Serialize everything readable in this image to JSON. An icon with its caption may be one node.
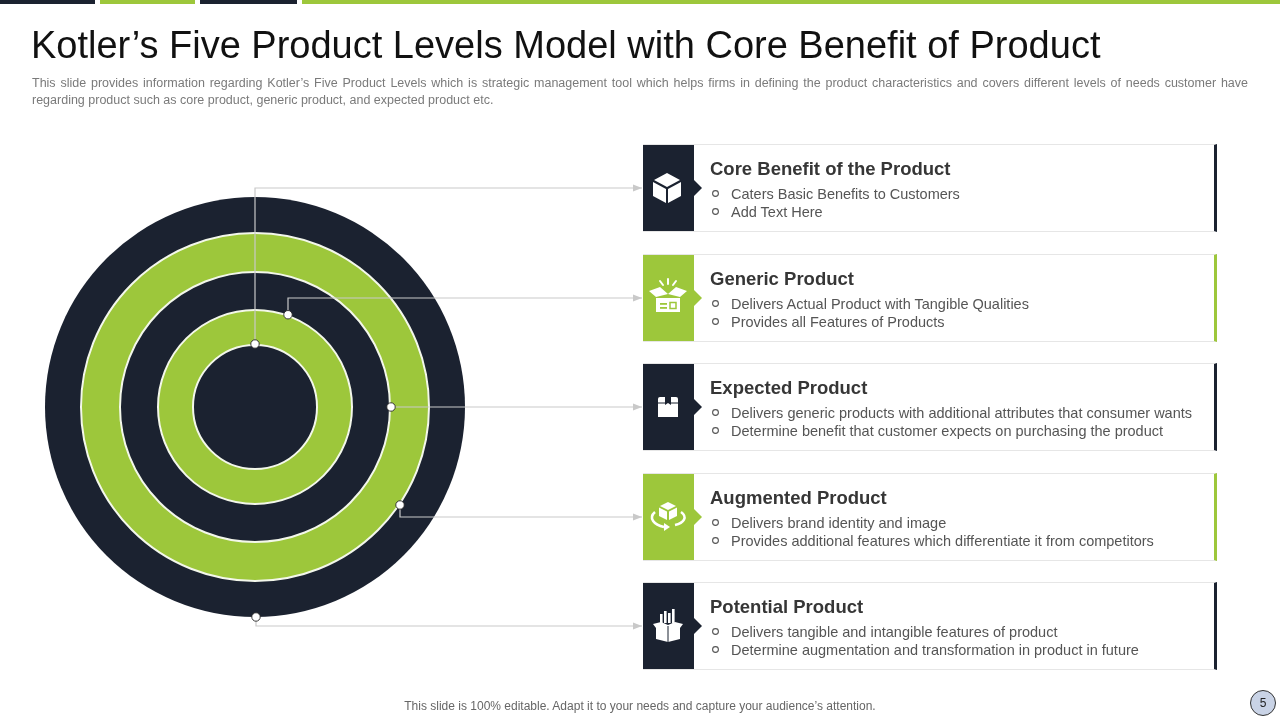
{
  "diagram": {
    "title": "Kotler’s Five Product Levels Model with Core Benefit of Product",
    "nodes": [
      {
        "text": [],
        "shape": "circle"
      },
      {
        "text": [],
        "shape": "circle",
        "in": 0
      },
      {
        "text": [],
        "shape": "circle",
        "in": 1
      },
      {
        "text": [],
        "shape": "circle",
        "in": 2
      },
      {
        "text": [],
        "shape": "circle",
        "in": 3
      },
      {
        "text": [
          "Core Benefit of the Product",
          "Caters Basic Benefits to Customers",
          "Add Text Here"
        ]
      },
      {
        "text": [
          "Generic Product",
          "Delivers Actual Product with Tangible Qualities",
          "Provides all Features of Products"
        ]
      },
      {
        "text": [
          "Expected Product",
          "Delivers generic products with additional attributes that consumer wants",
          "Determine benefit that customer expects on purchasing the product"
        ]
      },
      {
        "text": [
          "Augmented Product",
          "Delivers brand identity and image",
          "Provides additional features which differentiate it from competitors"
        ]
      },
      {
        "text": [
          "Potential Product",
          "Delivers tangible and intangible features of product",
          "Determine augmentation and transformation in product in future"
        ]
      }
    ],
    "edges": [
      {
        "from": 4,
        "to": 5,
        "arrow": "to"
      },
      {
        "from": 3,
        "to": 6,
        "arrow": "to"
      },
      {
        "from": 2,
        "to": 7,
        "arrow": "to"
      },
      {
        "from": 1,
        "to": 8,
        "arrow": "to"
      },
      {
        "from": 0,
        "to": 9,
        "arrow": "to"
      }
    ],
    "labels": [
      "This slide provides information regarding Kotler’s Five Product Levels which is strategic management tool which helps firms in defining the product characteristics and covers different levels of needs customer have regarding product such as core product, generic product, and expected product etc.",
      "This slide is 100% editable. Adapt it to your needs and capture your audience’s attention.",
      "5"
    ]
  }
}
